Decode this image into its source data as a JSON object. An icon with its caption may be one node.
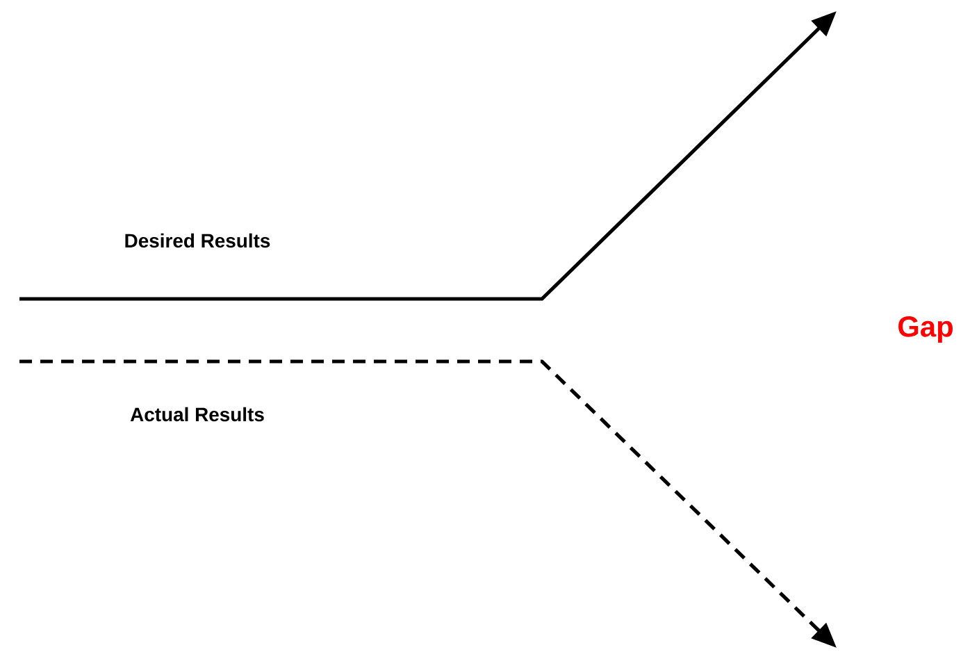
{
  "diagram": {
    "labels": [
      "Desired Results",
      "Actual Results",
      "Gap"
    ]
  }
}
